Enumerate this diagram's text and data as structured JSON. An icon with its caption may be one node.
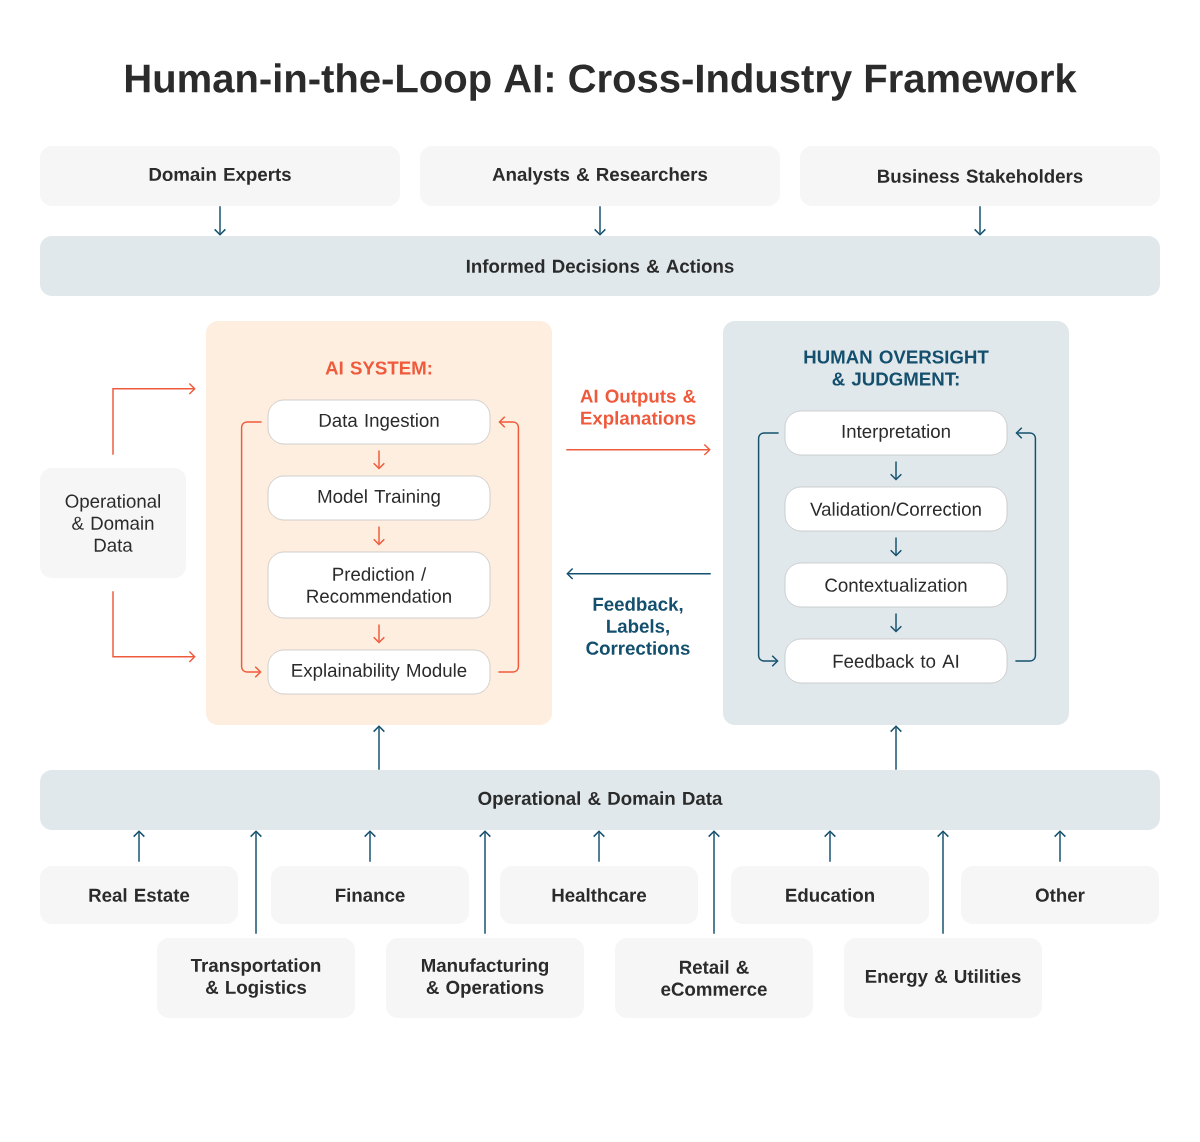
{
  "diagram": {
    "title": "Human-in-the-Loop AI: Cross-Industry Framework",
    "nodes": [
      {
        "text": [
          "Domain Experts"
        ]
      },
      {
        "text": [
          "Analysts & Researchers"
        ]
      },
      {
        "text": [
          "Business Stakeholders"
        ]
      },
      {
        "text": [
          "Informed Decisions & Actions"
        ]
      },
      {
        "text": [
          "Operational & Domain Data"
        ]
      },
      {
        "text": [
          "AI SYSTEM:"
        ]
      },
      {
        "text": [
          "Data Ingestion"
        ],
        "in": 5
      },
      {
        "text": [
          "Model Training"
        ],
        "in": 5
      },
      {
        "text": [
          "Prediction / Recommendation"
        ],
        "in": 5
      },
      {
        "text": [
          "Explainability Module"
        ],
        "in": 5
      },
      {
        "text": [
          "HUMAN OVERSIGHT & JUDGMENT:"
        ]
      },
      {
        "text": [
          "Interpretation"
        ],
        "in": 10
      },
      {
        "text": [
          "Validation/Correction"
        ],
        "in": 10
      },
      {
        "text": [
          "Contextualization"
        ],
        "in": 10
      },
      {
        "text": [
          "Feedback to AI"
        ],
        "in": 10
      },
      {
        "text": [
          "Operational & Domain Data"
        ]
      },
      {
        "text": [
          "Real Estate"
        ]
      },
      {
        "text": [
          "Finance"
        ]
      },
      {
        "text": [
          "Healthcare"
        ]
      },
      {
        "text": [
          "Education"
        ]
      },
      {
        "text": [
          "Other"
        ]
      },
      {
        "text": [
          "Transportation & Logistics"
        ]
      },
      {
        "text": [
          "Manufacturing & Operations"
        ]
      },
      {
        "text": [
          "Retail & eCommerce"
        ]
      },
      {
        "text": [
          "Energy & Utilities"
        ]
      }
    ],
    "edges": [
      {
        "from": 0,
        "to": 3,
        "arrow": "to"
      },
      {
        "from": 1,
        "to": 3,
        "arrow": "to"
      },
      {
        "from": 2,
        "to": 3,
        "arrow": "to"
      },
      {
        "from": 4,
        "to": 5,
        "arrow": "to",
        "color": "#ef5a3c"
      },
      {
        "from": 4,
        "to": 5,
        "arrow": "to",
        "color": "#ef5a3c"
      },
      {
        "from": 6,
        "to": 7,
        "arrow": "to",
        "color": "#ef5a3c"
      },
      {
        "from": 7,
        "to": 8,
        "arrow": "to",
        "color": "#ef5a3c"
      },
      {
        "from": 8,
        "to": 9,
        "arrow": "to",
        "color": "#ef5a3c"
      },
      {
        "from": 6,
        "to": 9,
        "arrow": "to",
        "color": "#ef5a3c"
      },
      {
        "from": 9,
        "to": 6,
        "arrow": "to",
        "color": "#ef5a3c"
      },
      {
        "from": 5,
        "to": 10,
        "arrow": "to",
        "label": "AI Outputs & Explanations",
        "color": "#ef5a3c"
      },
      {
        "from": 10,
        "to": 5,
        "arrow": "to",
        "label": "Feedback, Labels, Corrections"
      },
      {
        "from": 11,
        "to": 12,
        "arrow": "to"
      },
      {
        "from": 12,
        "to": 13,
        "arrow": "to"
      },
      {
        "from": 13,
        "to": 14,
        "arrow": "to"
      },
      {
        "from": 11,
        "to": 14,
        "arrow": "to"
      },
      {
        "from": 14,
        "to": 11,
        "arrow": "to"
      },
      {
        "from": 15,
        "to": 5,
        "arrow": "to"
      },
      {
        "from": 15,
        "to": 10,
        "arrow": "to"
      },
      {
        "from": 16,
        "to": 15,
        "arrow": "to"
      },
      {
        "from": 21,
        "to": 15,
        "arrow": "to"
      },
      {
        "from": 17,
        "to": 15,
        "arrow": "to"
      },
      {
        "from": 22,
        "to": 15,
        "arrow": "to"
      },
      {
        "from": 18,
        "to": 15,
        "arrow": "to"
      },
      {
        "from": 23,
        "to": 15,
        "arrow": "to"
      },
      {
        "from": 19,
        "to": 15,
        "arrow": "to"
      },
      {
        "from": 24,
        "to": 15,
        "arrow": "to"
      },
      {
        "from": 20,
        "to": 15,
        "arrow": "to"
      }
    ]
  }
}
